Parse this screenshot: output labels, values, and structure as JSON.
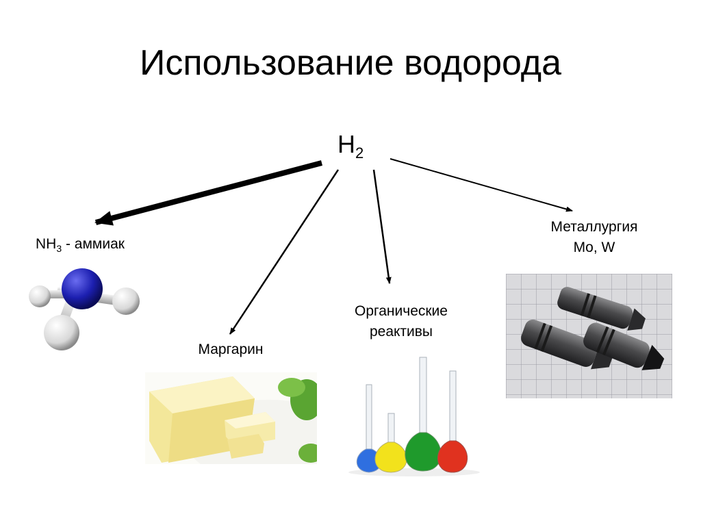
{
  "title": "Использование водорода",
  "center": {
    "formula": "H",
    "subscript": "2"
  },
  "branches": {
    "ammonia": {
      "formula": "NH",
      "subscript": "3",
      "rest": " - аммиак"
    },
    "margarine": {
      "label": "Маргарин"
    },
    "organic": {
      "line1": "Органические",
      "line2": "реактивы"
    },
    "metallurgy": {
      "line1": "Металлургия",
      "line2": "Mo, W"
    }
  },
  "colors": {
    "nitrogen": "#1c1fb0",
    "hydrogen": "#e8e8e8",
    "butter": "#f6eaa0",
    "flask_blue": "#2f6fe0",
    "flask_yellow": "#f2e21c",
    "flask_green": "#1f9a2c",
    "flask_red": "#e0321f",
    "grid_bg": "#d9d9dc",
    "metal": "#4a4a4c"
  }
}
